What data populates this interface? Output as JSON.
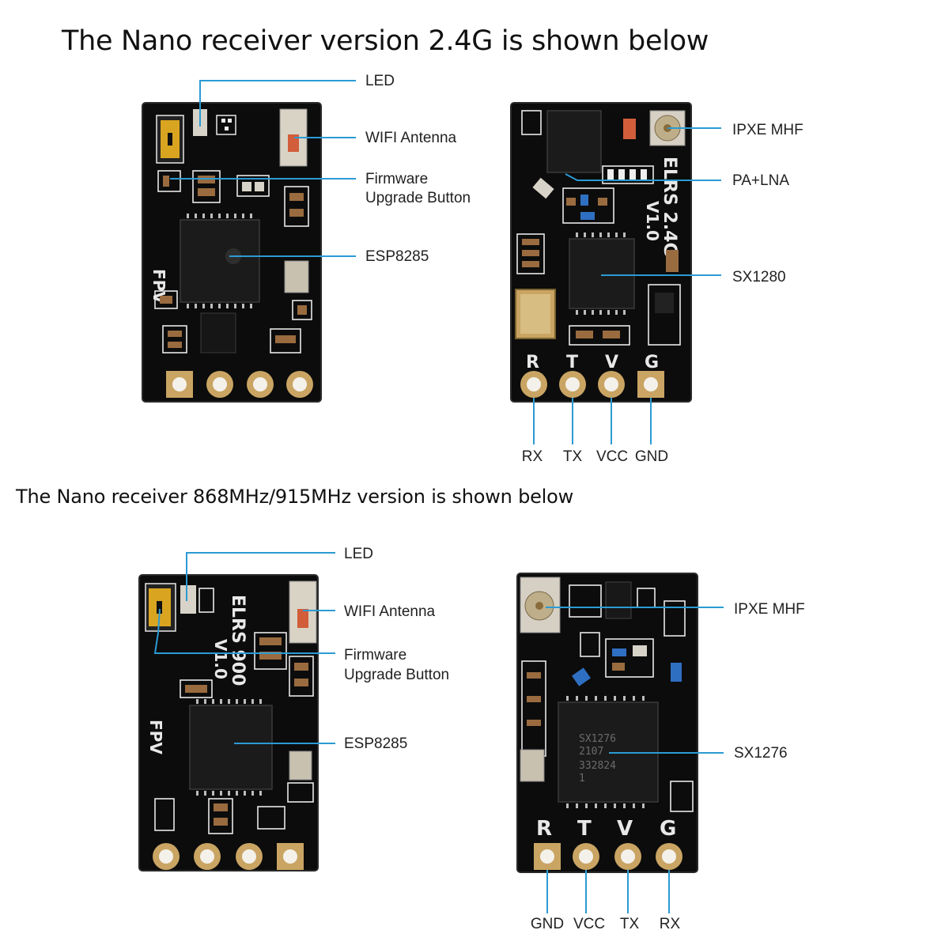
{
  "headings": {
    "top": "The Nano receiver version 2.4G is shown below",
    "bottom": "The Nano receiver 868MHz/915MHz version is shown below"
  },
  "boards": {
    "b24_front": {
      "labels": {
        "led": "LED",
        "wifi": "WIFI Antenna",
        "fw1": "Firmware",
        "fw2": "Upgrade Button",
        "esp": "ESP8285"
      },
      "silk": {
        "fpv": "FPV"
      }
    },
    "b24_back": {
      "labels": {
        "ipex": "IPXE MHF",
        "pa": "PA+LNA",
        "sx": "SX1280"
      },
      "silk": {
        "elrs": "ELRS 2.4G",
        "ver": "V1.0",
        "pads": [
          "R",
          "T",
          "V",
          "G"
        ]
      },
      "pins": [
        "RX",
        "TX",
        "VCC",
        "GND"
      ]
    },
    "b900_front": {
      "labels": {
        "led": "LED",
        "wifi": "WIFI Antenna",
        "fw1": "Firmware",
        "fw2": "Upgrade Button",
        "esp": "ESP8285"
      },
      "silk": {
        "elrs": "ELRS 900",
        "ver": "V1.0",
        "fpv": "FPV"
      }
    },
    "b900_back": {
      "labels": {
        "ipex": "IPXE MHF",
        "sx": "SX1276"
      },
      "silk": {
        "pads": [
          "R",
          "T",
          "V",
          "G"
        ],
        "chip": [
          "SX1276",
          "2107",
          "332824",
          "1"
        ]
      },
      "pins": [
        "GND",
        "VCC",
        "TX",
        "RX"
      ]
    }
  },
  "colors": {
    "leader": "#2b9bd3",
    "pcb": "#0c0c0c",
    "gold": "#c9a463"
  }
}
